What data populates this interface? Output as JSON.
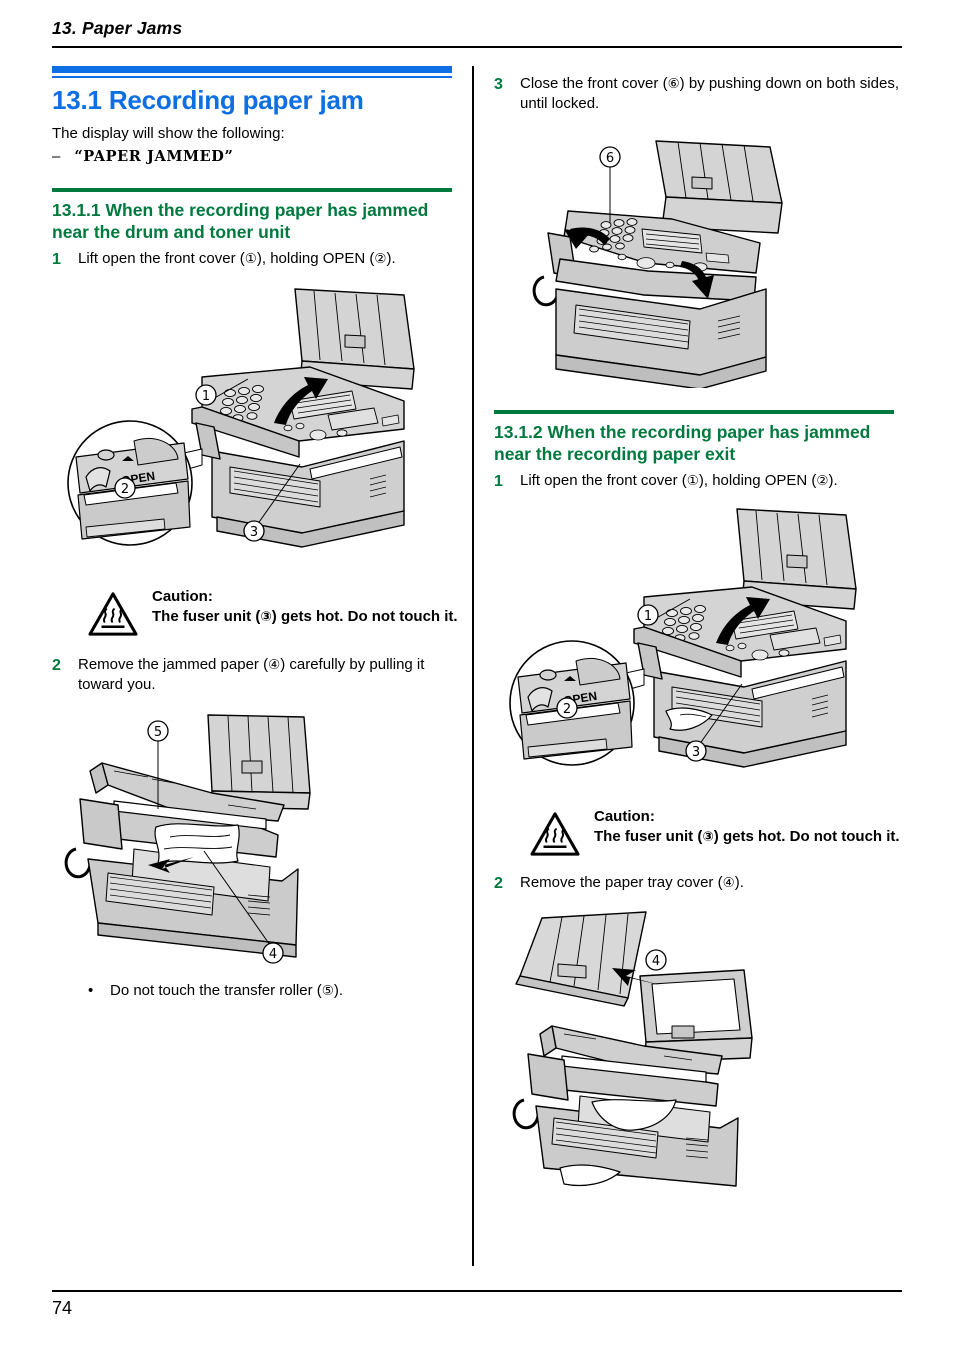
{
  "running_header": "13. Paper Jams",
  "page_number": "74",
  "colors": {
    "accent_blue": "#0d6fe3",
    "accent_green": "#00793f",
    "text": "#000000"
  },
  "left_column": {
    "section": {
      "title": "13.1 Recording paper jam",
      "intro": "The display will show the following:",
      "display_dash": "–",
      "display_message": "“PAPER JAMMED”"
    },
    "subsection": {
      "title": "13.1.1 When the recording paper has jammed near the drum and toner unit",
      "steps": [
        {
          "number": "1",
          "text_parts": {
            "before": "Lift open the front cover (",
            "c1": "①",
            "middle": "), holding OPEN (",
            "c2": "②",
            "after": ")."
          },
          "figure": {
            "name": "fax-machine-front-cover-open",
            "callouts": [
              "①",
              "②",
              "③"
            ],
            "detail_label": "OPEN"
          }
        },
        {
          "number": "2",
          "text_parts": {
            "before": "Remove the jammed paper (",
            "c1": "④",
            "after": ") carefully by pulling it toward you."
          },
          "figure": {
            "name": "fax-machine-jammed-paper-removal",
            "callouts": [
              "⑤",
              "④"
            ]
          }
        }
      ],
      "caution": {
        "heading": "Caution:",
        "body_before": "The fuser unit (",
        "body_callout": "③",
        "body_after": ") gets hot. Do not touch it.",
        "icon": "hot-surface-warning-icon"
      },
      "bullet_note": {
        "bullet": "•",
        "before": "Do not touch the transfer roller (",
        "callout": "⑤",
        "after": ")."
      }
    }
  },
  "right_column": {
    "step3": {
      "number": "3",
      "text_parts": {
        "before": "Close the front cover (",
        "c1": "⑥",
        "after": ") by pushing down on both sides, until locked."
      },
      "figure": {
        "name": "fax-machine-closing-front-cover",
        "callouts": [
          "⑥"
        ]
      }
    },
    "subsection": {
      "title": "13.1.2 When the recording paper has jammed near the recording paper exit",
      "steps": [
        {
          "number": "1",
          "text_parts": {
            "before": "Lift open the front cover (",
            "c1": "①",
            "middle": "), holding OPEN (",
            "c2": "②",
            "after": ")."
          },
          "figure": {
            "name": "fax-machine-front-cover-open-exit",
            "callouts": [
              "①",
              "②",
              "③"
            ],
            "detail_label": "OPEN"
          }
        },
        {
          "number": "2",
          "text_parts": {
            "before": "Remove the paper tray cover (",
            "c1": "④",
            "after": ")."
          },
          "figure": {
            "name": "fax-machine-paper-tray-cover-removal",
            "callouts": [
              "④"
            ]
          }
        }
      ],
      "caution": {
        "heading": "Caution:",
        "body_before": "The fuser unit (",
        "body_callout": "③",
        "body_after": ") gets hot. Do not touch it.",
        "icon": "hot-surface-warning-icon"
      }
    }
  }
}
